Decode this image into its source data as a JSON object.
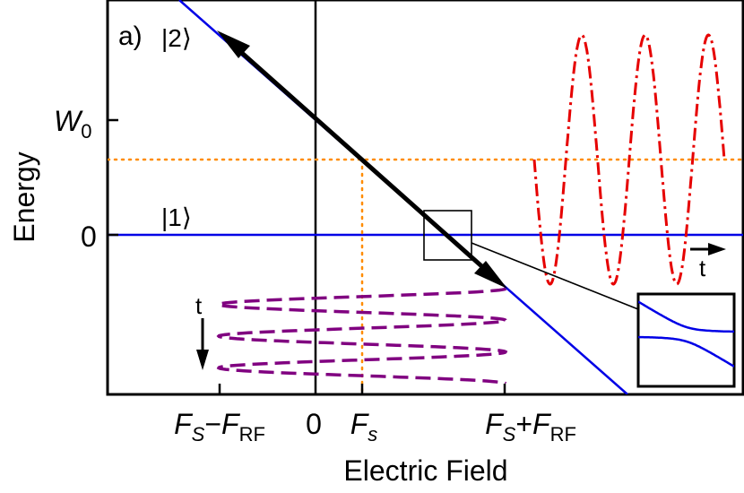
{
  "figure": {
    "panel_label": "a)",
    "state_upper": "|2⟩",
    "state_lower": "|1⟩",
    "y_axis_label": "Energy",
    "x_axis_label": "Electric Field",
    "y_ticks": {
      "w0": {
        "main": "W",
        "sub": "0"
      },
      "zero": "0"
    },
    "x_ticks": {
      "fs_minus_frf": {
        "a": "F",
        "a_sub": "S",
        "op": "−",
        "b": "F",
        "b_sub": "RF"
      },
      "zero": "0",
      "fs": {
        "main": "F",
        "sub": "s"
      },
      "fs_plus_frf": {
        "a": "F",
        "a_sub": "S",
        "op": "+",
        "b": "F",
        "b_sub": "RF"
      }
    },
    "time_label_left": "t",
    "time_label_right": "t",
    "colors": {
      "level_lines": "#0000e6",
      "field_marker": "#ff8c00",
      "energy_oscillation": "#e60000",
      "field_sweep": "#800080",
      "arrow": "#000000"
    }
  }
}
